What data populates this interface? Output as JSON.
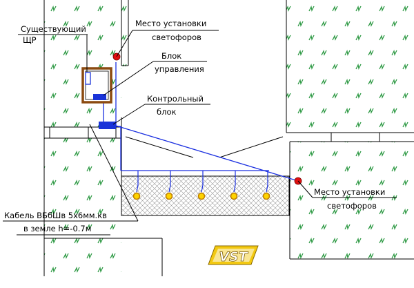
{
  "labels": {
    "existing_panel_line1": "Существующий",
    "existing_panel_line2": "ЩР",
    "traffic_light_top_line1": "Место установки",
    "traffic_light_top_line2": "светофоров",
    "control_unit_line1": "Блок",
    "control_unit_line2": "управления",
    "check_unit_line1": "Контрольный",
    "check_unit_line2": "блок",
    "traffic_light_right_line1": "Место установки",
    "traffic_light_right_line2": "светофоров",
    "cable_line1": "Кабель ВБбШв 5х6мм.кв",
    "cable_line2": "в земле h=-0.7м"
  },
  "logo": {
    "text": "VST"
  },
  "colors": {
    "grass_pattern": "#2f9a45",
    "cable": "#1a2fe0",
    "unit": "#1a33d8",
    "panel_frame": "#8b4a10",
    "traffic_light": "#e01010",
    "sensor_ring": "#c08000",
    "sensor_fill": "#ffd400",
    "logo_yellow": "#f2c810"
  },
  "detectors": {
    "count": 5
  }
}
